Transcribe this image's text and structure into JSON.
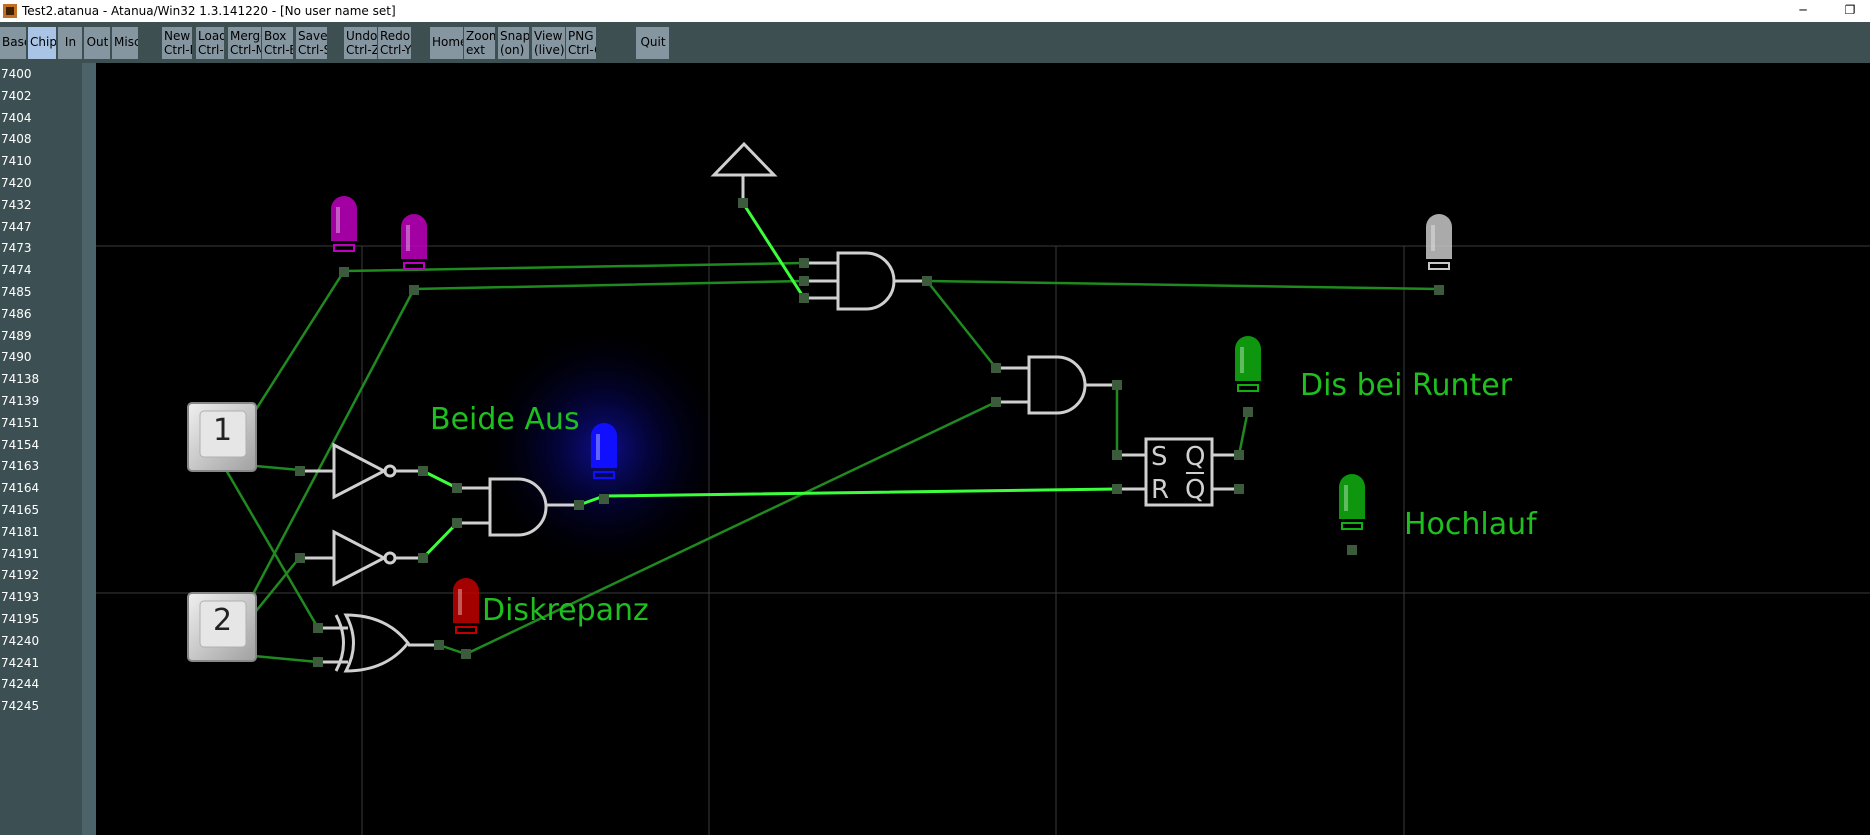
{
  "window": {
    "title": "Test2.atanua - Atanua/Win32 1.3.141220 - [No user name set]",
    "minimize_label": "─",
    "restore_label": "❐"
  },
  "toolbar": {
    "buttons": [
      {
        "name": "base",
        "label": "Base",
        "active": false
      },
      {
        "name": "chips",
        "label": "Chips",
        "active": true
      },
      {
        "name": "in",
        "label": "In",
        "active": false
      },
      {
        "name": "out",
        "label": "Out",
        "active": false
      },
      {
        "name": "misc",
        "label": "Misc",
        "active": false
      },
      {
        "name": "new",
        "label": "New\nCtrl-N",
        "active": false
      },
      {
        "name": "load",
        "label": "Load\nCtrl-L",
        "active": false
      },
      {
        "name": "merge",
        "label": "Merge\nCtrl-M",
        "active": false
      },
      {
        "name": "box",
        "label": "Box\nCtrl-B",
        "active": false
      },
      {
        "name": "save",
        "label": "Save\nCtrl-S",
        "active": false
      },
      {
        "name": "undo",
        "label": "Undo\nCtrl-Z",
        "active": false
      },
      {
        "name": "redo",
        "label": "Redo\nCtrl-Y",
        "active": false
      },
      {
        "name": "home",
        "label": "Home",
        "active": false
      },
      {
        "name": "zoom",
        "label": "Zoom\next",
        "active": false
      },
      {
        "name": "snap",
        "label": "Snap\n(on)",
        "active": false
      },
      {
        "name": "view",
        "label": "View\n(live)",
        "active": false
      },
      {
        "name": "png",
        "label": "PNG it\nCtrl-G",
        "active": false
      },
      {
        "name": "quit",
        "label": "Quit",
        "active": false
      }
    ]
  },
  "sidebar": {
    "chips": [
      "7400",
      "7402",
      "7404",
      "7408",
      "7410",
      "7420",
      "7432",
      "7447",
      "7473",
      "7474",
      "7485",
      "7486",
      "7489",
      "7490",
      "74138",
      "74139",
      "74151",
      "74154",
      "74163",
      "74164",
      "74165",
      "74181",
      "74191",
      "74192",
      "74193",
      "74195",
      "74240",
      "74241",
      "74244",
      "74245"
    ]
  },
  "circuit": {
    "labels": {
      "beide_aus": "Beide Aus",
      "diskrepanz": "Diskrepanz",
      "dis_bei_runter": "Dis bei Runter",
      "hochlauf": "Hochlauf"
    },
    "keys": {
      "key1": "1",
      "key2": "2"
    },
    "flipflop": {
      "s": "S",
      "r": "R",
      "q": "Q",
      "qbar": "Q"
    },
    "leds": [
      {
        "name": "led-magenta-1",
        "color": "#c000c0",
        "on": false
      },
      {
        "name": "led-magenta-2",
        "color": "#c000c0",
        "on": false
      },
      {
        "name": "led-blue",
        "color": "#1010ff",
        "on": true
      },
      {
        "name": "led-red",
        "color": "#c00000",
        "on": false
      },
      {
        "name": "led-green-1",
        "color": "#10b010",
        "on": false
      },
      {
        "name": "led-green-2",
        "color": "#10b010",
        "on": false
      },
      {
        "name": "led-white",
        "color": "#c8c8c8",
        "on": false
      }
    ],
    "colors": {
      "wire": "#1f8a1f",
      "wire_active": "#3cff3c",
      "label": "#1fbf1f",
      "gate": "#d0d0d0",
      "grid": "#3a3a3a",
      "pin": "#3c5a3c"
    }
  }
}
